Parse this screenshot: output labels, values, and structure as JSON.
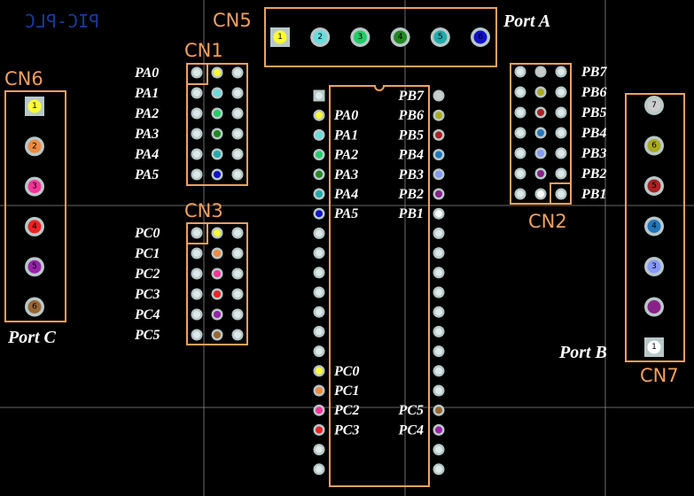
{
  "mirror_label": "PIC-PLC",
  "connectors": {
    "cn1": "CN1",
    "cn2": "CN2",
    "cn3": "CN3",
    "cn5": "CN5",
    "cn6": "CN6",
    "cn7": "CN7"
  },
  "ports": {
    "port_a": "Port A",
    "port_b": "Port B",
    "port_c": "Port C"
  },
  "cn5_pins": [
    {
      "num": "1",
      "color": "#ffff33",
      "square": true
    },
    {
      "num": "2",
      "color": "#66dddd"
    },
    {
      "num": "3",
      "color": "#22cc66"
    },
    {
      "num": "4",
      "color": "#228822"
    },
    {
      "num": "5",
      "color": "#22aaaa"
    },
    {
      "num": "6",
      "color": "#1111cc"
    }
  ],
  "cn6_pins": [
    {
      "num": "1",
      "color": "#ffff33",
      "square": true
    },
    {
      "num": "2",
      "color": "#f08a40"
    },
    {
      "num": "3",
      "color": "#ff3399"
    },
    {
      "num": "4",
      "color": "#ee2222"
    },
    {
      "num": "5",
      "color": "#9922aa"
    },
    {
      "num": "6",
      "color": "#996633"
    }
  ],
  "cn7_pins": [
    {
      "num": "7",
      "color": "#cccccc"
    },
    {
      "num": "6",
      "color": "#aaaa22"
    },
    {
      "num": "5",
      "color": "#aa2222"
    },
    {
      "num": "4",
      "color": "#2277bb"
    },
    {
      "num": "3",
      "color": "#8899ff"
    },
    {
      "num": "",
      "color": "#882288"
    },
    {
      "num": "1",
      "color": "#ffffff",
      "square": true
    }
  ],
  "cn1_labels": [
    "PA0",
    "PA1",
    "PA2",
    "PA3",
    "PA4",
    "PA5"
  ],
  "cn1_colors": [
    "#ffff33",
    "#66dddd",
    "#22cc66",
    "#228822",
    "#22aaaa",
    "#1111cc"
  ],
  "cn3_labels": [
    "PC0",
    "PC1",
    "PC2",
    "PC3",
    "PC4",
    "PC5"
  ],
  "cn3_colors": [
    "#ffff33",
    "#f08a40",
    "#ff3399",
    "#ee2222",
    "#9922aa",
    "#996633"
  ],
  "cn2_labels": [
    "PB7",
    "PB6",
    "PB5",
    "PB4",
    "PB3",
    "PB2",
    "PB1"
  ],
  "cn2_colors": [
    "#cccccc",
    "#aaaa22",
    "#aa2222",
    "#2277bb",
    "#8899ff",
    "#882288",
    "#ffffff"
  ],
  "ic_left_labels": [
    {
      "row": 1,
      "text": "PA0",
      "color": "#ffff33"
    },
    {
      "row": 2,
      "text": "PA1",
      "color": "#66dddd"
    },
    {
      "row": 3,
      "text": "PA2",
      "color": "#22cc66"
    },
    {
      "row": 4,
      "text": "PA3",
      "color": "#228822"
    },
    {
      "row": 5,
      "text": "PA4",
      "color": "#22aaaa"
    },
    {
      "row": 6,
      "text": "PA5",
      "color": "#1111cc"
    },
    {
      "row": 14,
      "text": "PC0",
      "color": "#ffff33"
    },
    {
      "row": 15,
      "text": "PC1",
      "color": "#f08a40"
    },
    {
      "row": 16,
      "text": "PC2",
      "color": "#ff3399"
    },
    {
      "row": 17,
      "text": "PC3",
      "color": "#ee2222"
    }
  ],
  "ic_right_labels": [
    {
      "row": 0,
      "text": "PB7",
      "color": "#cccccc"
    },
    {
      "row": 1,
      "text": "PB6",
      "color": "#aaaa22"
    },
    {
      "row": 2,
      "text": "PB5",
      "color": "#aa2222"
    },
    {
      "row": 3,
      "text": "PB4",
      "color": "#2277bb"
    },
    {
      "row": 4,
      "text": "PB3",
      "color": "#8899ff"
    },
    {
      "row": 5,
      "text": "PB2",
      "color": "#882288"
    },
    {
      "row": 6,
      "text": "PB1",
      "color": "#ffffff"
    },
    {
      "row": 16,
      "text": "PC5",
      "color": "#996633"
    },
    {
      "row": 17,
      "text": "PC4",
      "color": "#9922aa"
    }
  ],
  "colors": {
    "outline": "#f0a060",
    "pad": "#b8c8c8",
    "grid": "#8a8a8a",
    "pad_default": "#dde8ea"
  }
}
